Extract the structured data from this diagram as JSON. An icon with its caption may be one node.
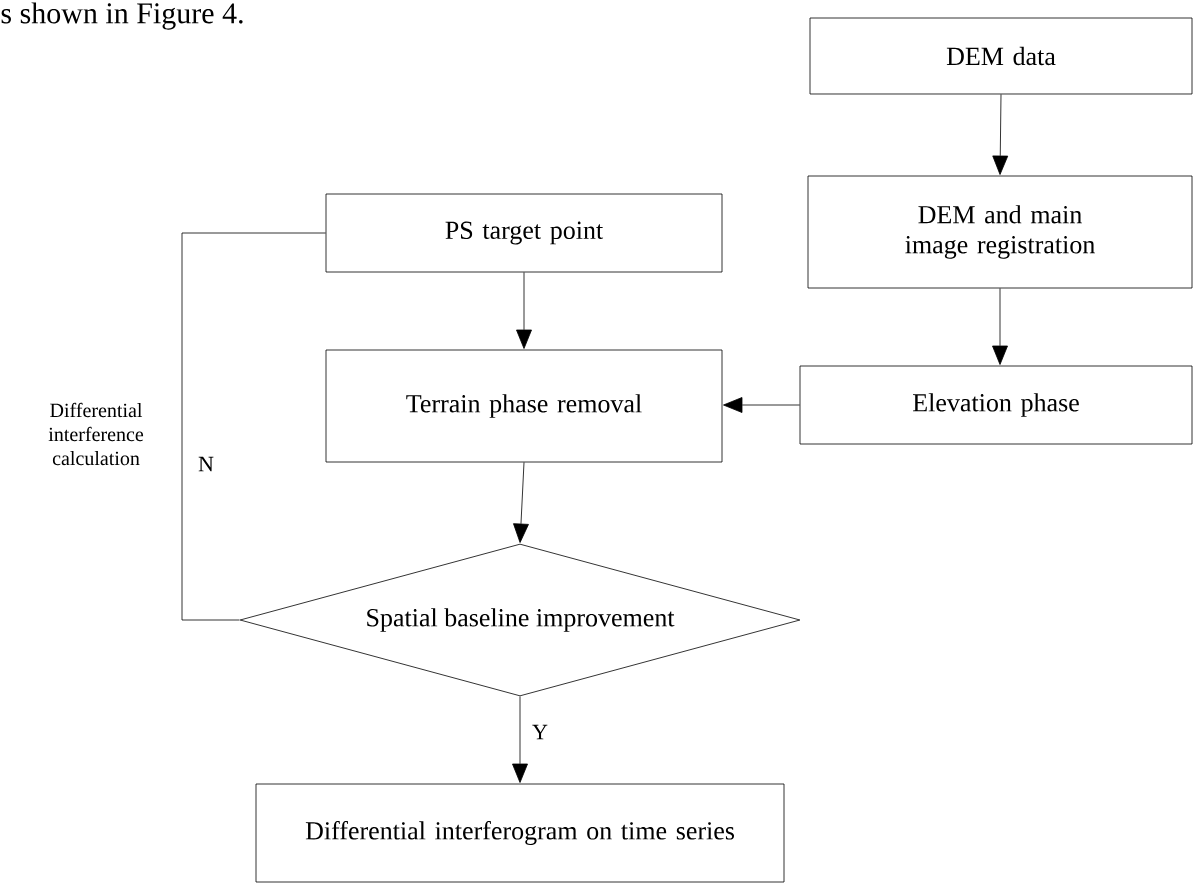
{
  "diagram": {
    "nodes": [
      {
        "text": [
          "DEM data"
        ]
      },
      {
        "text": [
          "DEM and main image registration"
        ]
      },
      {
        "text": [
          "PS target point"
        ]
      },
      {
        "text": [
          "Elevation phase"
        ]
      },
      {
        "text": [
          "Terrain phase removal"
        ]
      },
      {
        "text": [
          "Spatial baseline improvement"
        ]
      },
      {
        "text": [
          "Differential interferogram on time series"
        ]
      }
    ],
    "edges": [
      {
        "from": 0,
        "to": 1,
        "arrow": "to"
      },
      {
        "from": 1,
        "to": 3,
        "arrow": "to"
      },
      {
        "from": 3,
        "to": 4,
        "arrow": "to"
      },
      {
        "from": 2,
        "to": 4,
        "arrow": "to"
      },
      {
        "from": 4,
        "to": 5,
        "arrow": "to"
      },
      {
        "from": 5,
        "to": 6,
        "arrow": "to",
        "label": "Y"
      },
      {
        "from": 5,
        "to": 2,
        "arrow": "none",
        "label": "N"
      }
    ],
    "labels": [
      "s shown in Figure 4.",
      "Differential interference calculation"
    ]
  }
}
